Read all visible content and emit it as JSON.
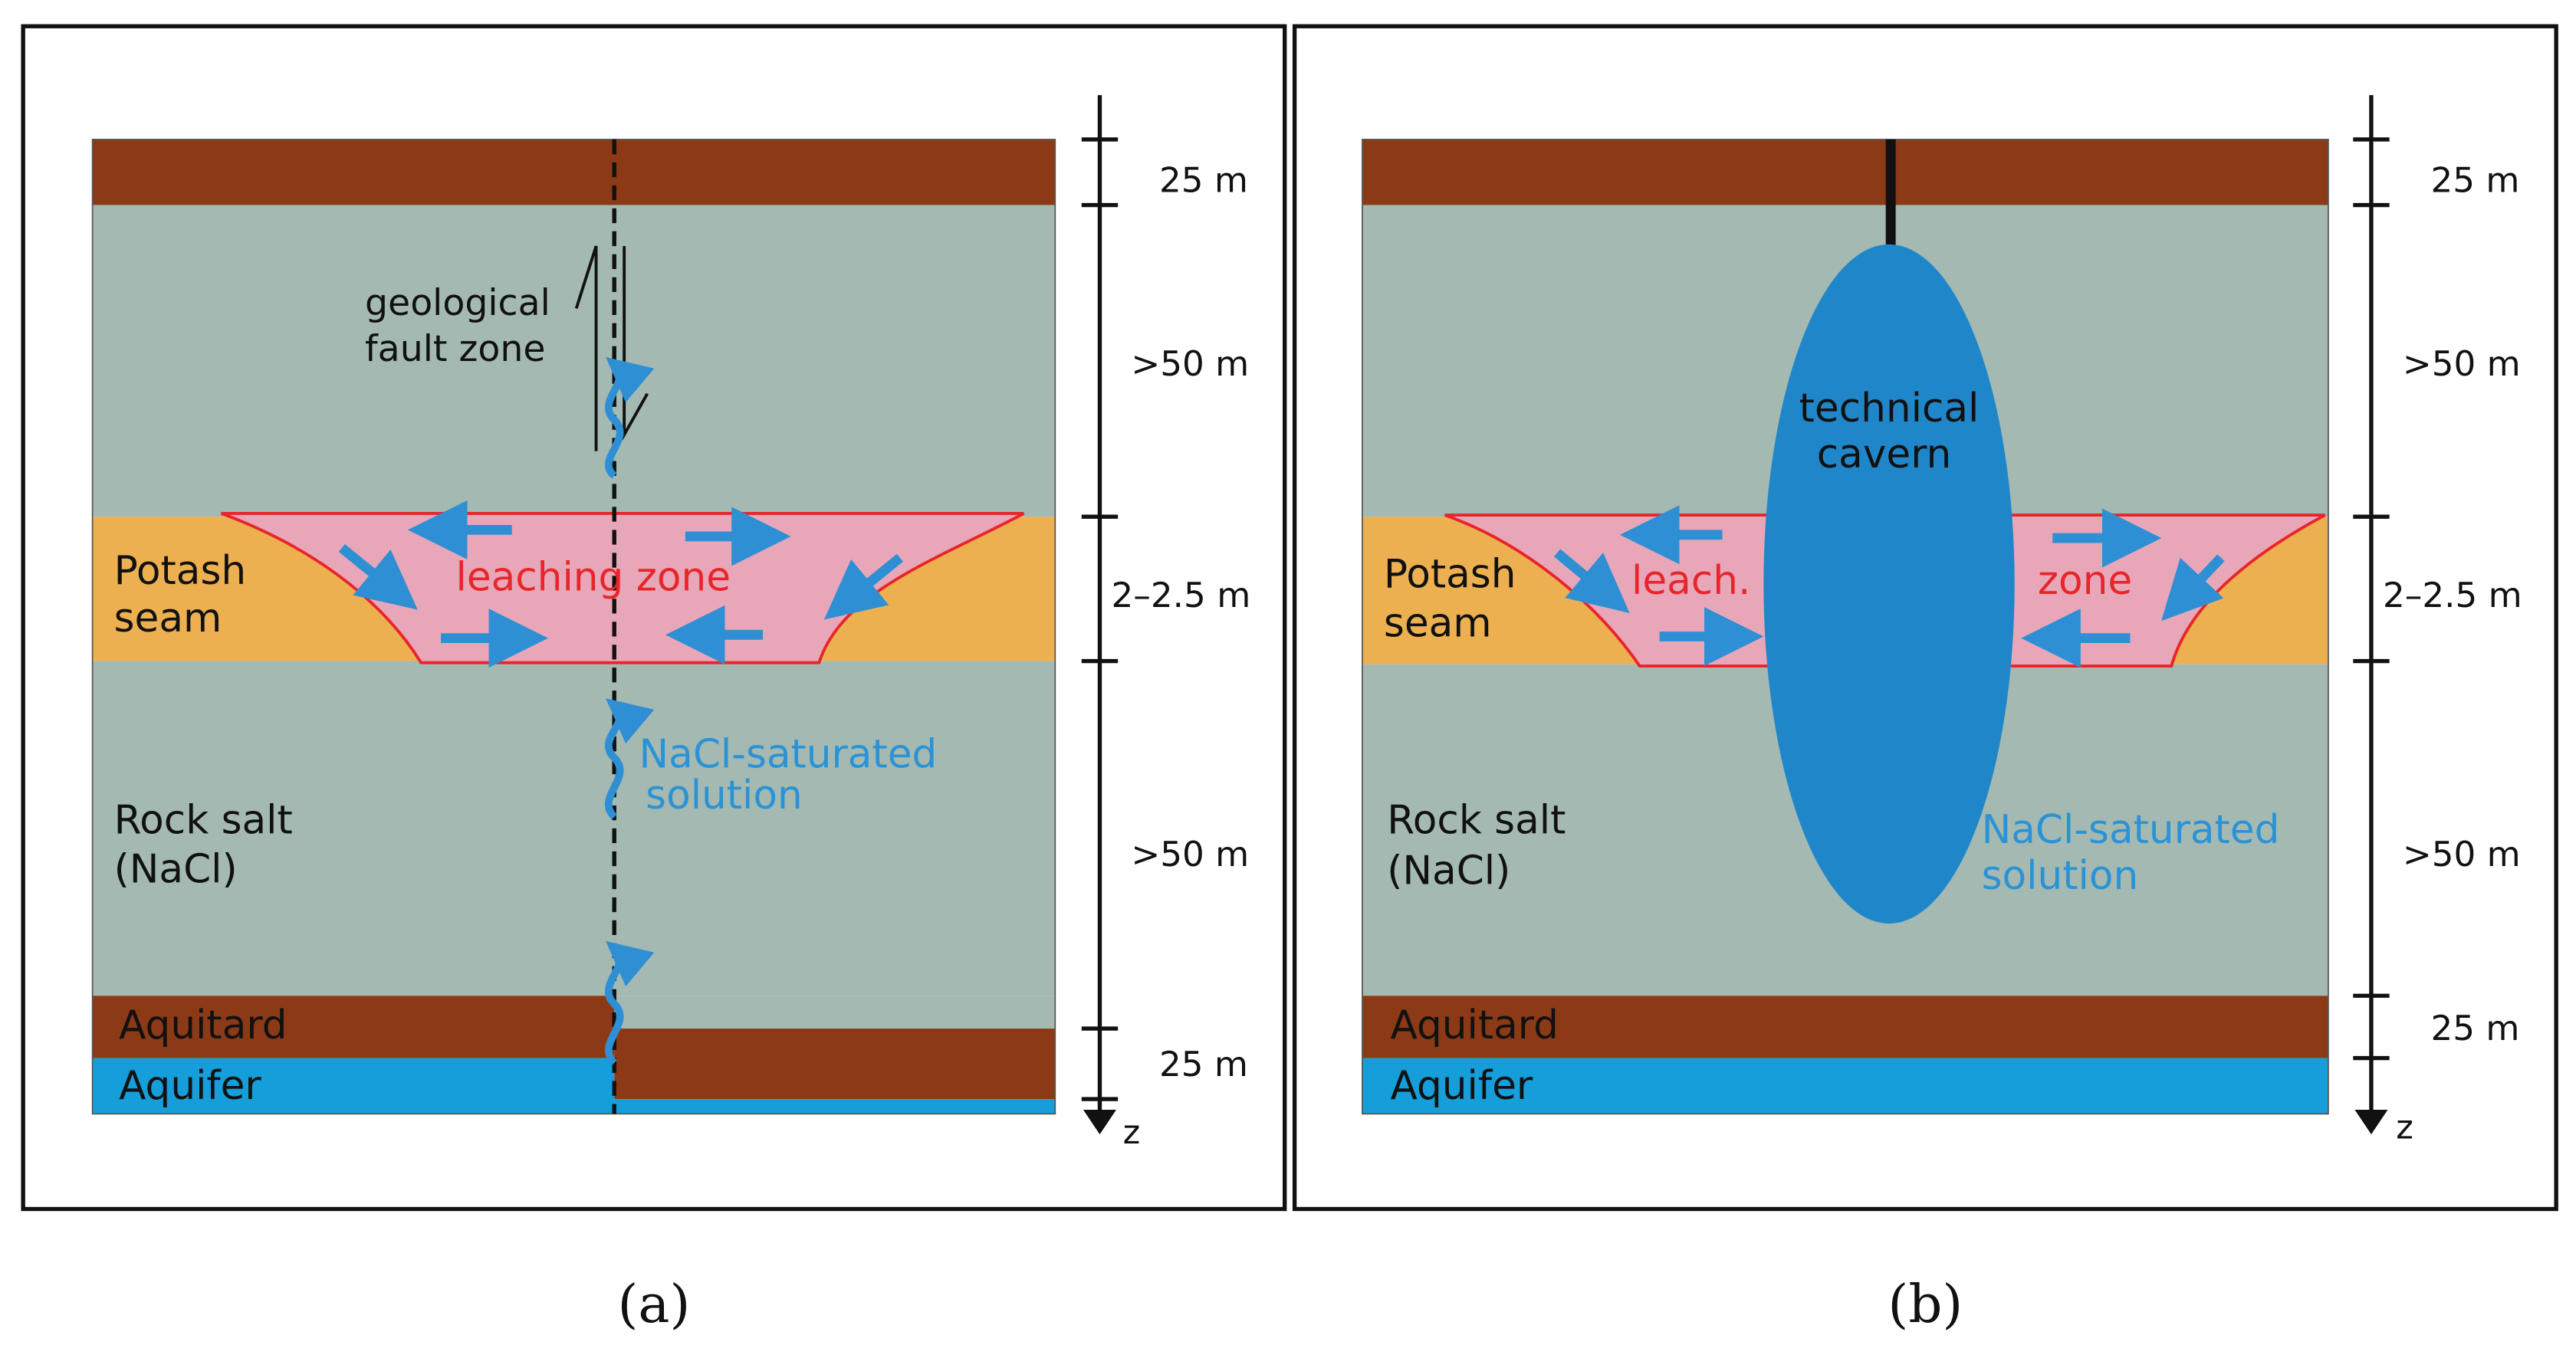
{
  "colors": {
    "brown": "#8b3a15",
    "rock_salt": "#a3b9b2",
    "potash": "#edb051",
    "leaching_fill": "#e8a7b8",
    "leaching_edge": "#e8252b",
    "aquifer": "#159ed9",
    "cavern": "#1f87c9",
    "flow": "#2f8fd4",
    "nacl_text": "#2a93d6",
    "leach_text": "#e8252b",
    "frame": "#111111",
    "text": "#111111"
  },
  "panel_a": {
    "caption": "(a)",
    "fault_label": [
      "geological",
      "fault zone"
    ],
    "leaching_label": "leaching zone",
    "potash_label": [
      "Potash",
      "seam"
    ],
    "rocksalt_label": [
      "Rock salt",
      "(NaCl)"
    ],
    "nacl_label": [
      "NaCl-saturated",
      "solution"
    ],
    "aquitard_label": "Aquitard",
    "aquifer_label": "Aquifer",
    "scale_labels": [
      "25 m",
      ">50 m",
      "2–2.5 m",
      ">50 m",
      "25 m"
    ],
    "axis_label": "z"
  },
  "panel_b": {
    "caption": "(b)",
    "cavern_label": [
      "technical",
      "cavern"
    ],
    "leach_label_left": "leach.",
    "leach_label_right": "zone",
    "potash_label": [
      "Potash",
      "seam"
    ],
    "rocksalt_label": [
      "Rock salt",
      "(NaCl)"
    ],
    "nacl_label": [
      "NaCl-saturated",
      "solution"
    ],
    "aquitard_label": "Aquitard",
    "aquifer_label": "Aquifer",
    "scale_labels": [
      "25 m",
      ">50 m",
      "2–2.5 m",
      ">50 m",
      "25 m"
    ],
    "axis_label": "z"
  }
}
